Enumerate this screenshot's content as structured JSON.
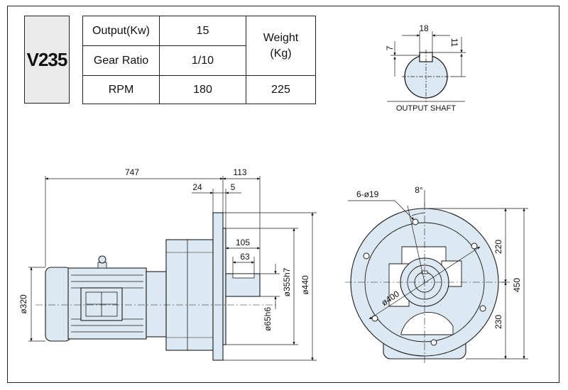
{
  "model": "V235",
  "specs": {
    "output_label": "Output(Kw)",
    "output_value": "15",
    "gear_ratio_label": "Gear  Ratio",
    "gear_ratio_value": "1/10",
    "rpm_label": "RPM",
    "rpm_value": "180",
    "weight_label_line1": "Weight",
    "weight_label_line2": "(Kg)",
    "weight_value": "225"
  },
  "shaft": {
    "caption": "OUTPUT SHAFT",
    "key_width": "18",
    "key_depth": "7",
    "key_height": "11"
  },
  "side_view": {
    "overall_length": "747",
    "shaft_length": "113",
    "flange_thickness": "24",
    "flange_offset": "5",
    "shaft_105": "105",
    "shaft_63": "63",
    "motor_dia": "ø320",
    "shaft_dia": "ø65h6",
    "spigot_dia": "ø355h7",
    "flange_dia": "ø440"
  },
  "front_view": {
    "bolt_holes": "6-ø19",
    "angle": "8°",
    "pcd": "ø400",
    "upper_height": "220",
    "lower_height": "230",
    "total_height": "450"
  },
  "colors": {
    "body_fill": "#dde9f2",
    "line": "#1a1a1a"
  }
}
